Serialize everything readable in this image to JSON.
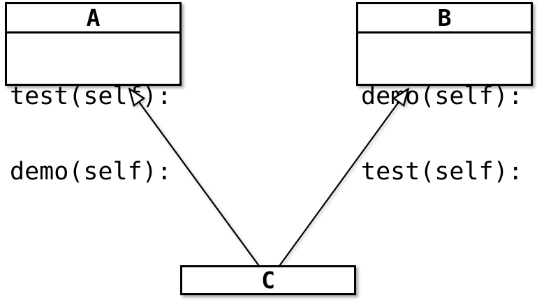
{
  "diagram": {
    "type": "uml-class-diagram",
    "background_color": "#ffffff",
    "stroke_color": "#000000",
    "classes": [
      {
        "name": "A",
        "methods": [
          "test(self):",
          "demo(self):"
        ]
      },
      {
        "name": "B",
        "methods": [
          "demo(self):",
          "test(self):"
        ]
      },
      {
        "name": "C",
        "methods": []
      }
    ],
    "relations": [
      {
        "from": "C",
        "to": "A",
        "type": "inheritance",
        "arrowhead": "hollow-triangle"
      },
      {
        "from": "C",
        "to": "B",
        "type": "inheritance",
        "arrowhead": "hollow-triangle"
      }
    ]
  }
}
